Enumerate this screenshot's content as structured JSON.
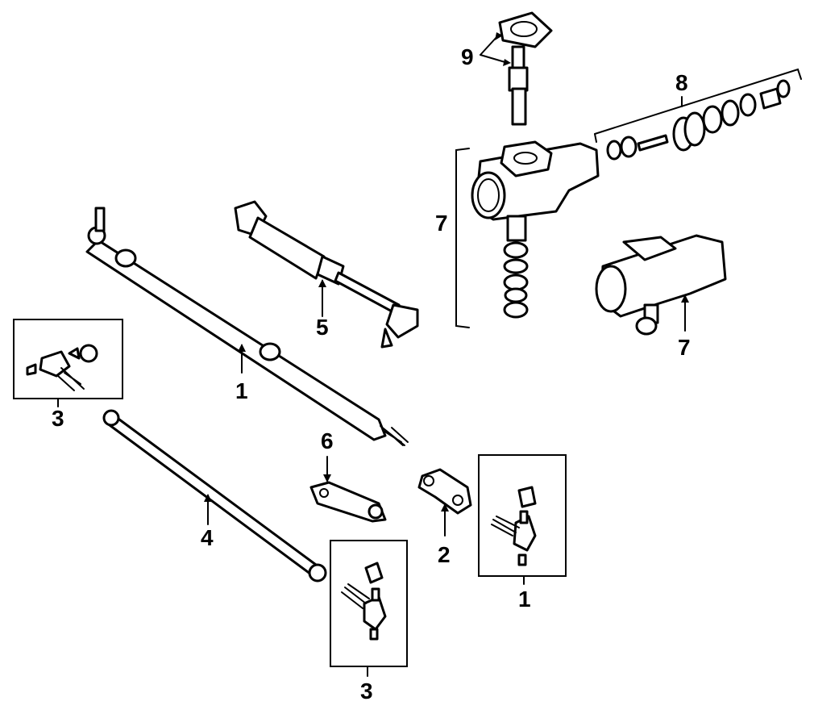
{
  "callouts": {
    "c1_tie_rod": "1",
    "c1_tie_rod_end": "1",
    "c2": "2",
    "c3_left": "3",
    "c3_bottom": "3",
    "c4": "4",
    "c5": "5",
    "c6": "6",
    "c7_left": "7",
    "c7_right": "7",
    "c8": "8",
    "c9": "9"
  }
}
